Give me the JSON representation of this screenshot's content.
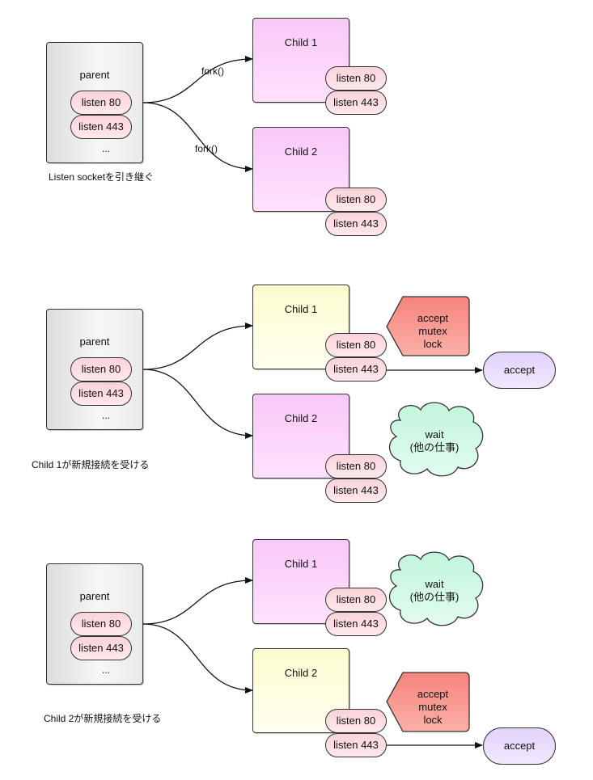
{
  "scenarios": [
    {
      "parent": {
        "label": "parent",
        "listen": [
          "listen 80",
          "listen 443"
        ],
        "more": "..."
      },
      "caption": "Listen socketを引き継ぐ",
      "fork_labels": [
        "fork()",
        "fork()"
      ],
      "children": [
        {
          "label": "Child 1",
          "listen": [
            "listen 80",
            "listen 443"
          ]
        },
        {
          "label": "Child 2",
          "listen": [
            "listen 80",
            "listen 443"
          ]
        }
      ]
    },
    {
      "parent": {
        "label": "parent",
        "listen": [
          "listen 80",
          "listen 443"
        ],
        "more": "..."
      },
      "caption": "Child 1が新規接続を受ける",
      "children": [
        {
          "label": "Child 1",
          "listen": [
            "listen 80",
            "listen 443"
          ]
        },
        {
          "label": "Child 2",
          "listen": [
            "listen 80",
            "listen 443"
          ]
        }
      ],
      "mutex": [
        "accept",
        "mutex",
        "lock"
      ],
      "wait": [
        "wait",
        "(他の仕事)"
      ],
      "accept": "accept"
    },
    {
      "parent": {
        "label": "parent",
        "listen": [
          "listen 80",
          "listen 443"
        ],
        "more": "..."
      },
      "caption": "Child 2が新規接続を受ける",
      "children": [
        {
          "label": "Child 1",
          "listen": [
            "listen 80",
            "listen 443"
          ]
        },
        {
          "label": "Child 2",
          "listen": [
            "listen 80",
            "listen 443"
          ]
        }
      ],
      "wait": [
        "wait",
        "(他の仕事)"
      ],
      "mutex": [
        "accept",
        "mutex",
        "lock"
      ],
      "accept": "accept"
    }
  ],
  "colors": {
    "child_idle": "#fdd6fc",
    "child_active": "#fefed8",
    "listen_pill": "#fcdce2",
    "mutex_lock": "#f88f88",
    "wait_cloud": "#d3f9e7",
    "accept_oval": "#e6d9fc"
  }
}
